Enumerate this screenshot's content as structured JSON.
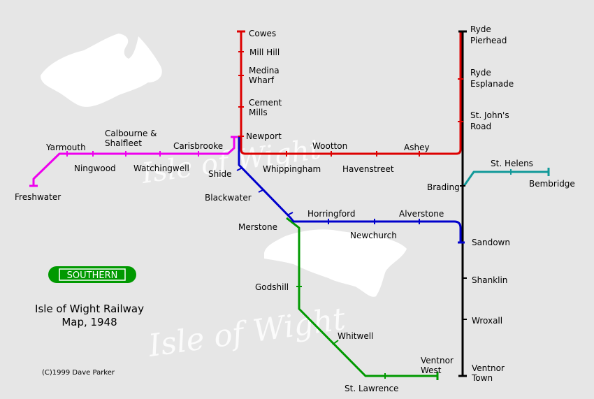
{
  "map": {
    "title_line1": "Isle of Wight Railway",
    "title_line2": "Map, 1948",
    "credit": "(C)1999 Dave Parker",
    "badge": "SOUTHERN",
    "watermark": "Isle of Wight",
    "colors": {
      "background": "#e6e6e6",
      "cowes_line": "#dd0000",
      "ryde_line": "#000000",
      "freshwater_line": "#ee00ee",
      "ventnor_west_line": "#009900",
      "sandown_newport_line": "#0000cc",
      "bembridge_line": "#119999",
      "badge": "#009900"
    }
  },
  "stations": {
    "cowes": "Cowes",
    "mill_hill": "Mill Hill",
    "medina_wharf_1": "Medina",
    "medina_wharf_2": "Wharf",
    "cement_mills_1": "Cement",
    "cement_mills_2": "Mills",
    "newport": "Newport",
    "wootton": "Wootton",
    "ashey": "Ashey",
    "whippingham": "Whippingham",
    "havenstreet": "Havenstreet",
    "ryde_pierhead_1": "Ryde",
    "ryde_pierhead_2": "Pierhead",
    "ryde_esplanade_1": "Ryde",
    "ryde_esplanade_2": "Esplanade",
    "st_johns_1": "St. John's",
    "st_johns_2": "Road",
    "brading": "Brading",
    "st_helens": "St. Helens",
    "bembridge": "Bembridge",
    "sandown": "Sandown",
    "shanklin": "Shanklin",
    "wroxall": "Wroxall",
    "ventnor_town_1": "Ventnor",
    "ventnor_town_2": "Town",
    "yarmouth": "Yarmouth",
    "calbourne_1": "Calbourne &",
    "calbourne_2": "Shalfleet",
    "carisbrooke": "Carisbrooke",
    "ningwood": "Ningwood",
    "watchingwell": "Watchingwell",
    "freshwater": "Freshwater",
    "shide": "Shide",
    "blackwater": "Blackwater",
    "merstone": "Merstone",
    "horringford": "Horringford",
    "alverstone": "Alverstone",
    "newchurch": "Newchurch",
    "godshill": "Godshill",
    "whitwell": "Whitwell",
    "ventnor_west_1": "Ventnor",
    "ventnor_west_2": "West",
    "st_lawrence": "St. Lawrence"
  }
}
